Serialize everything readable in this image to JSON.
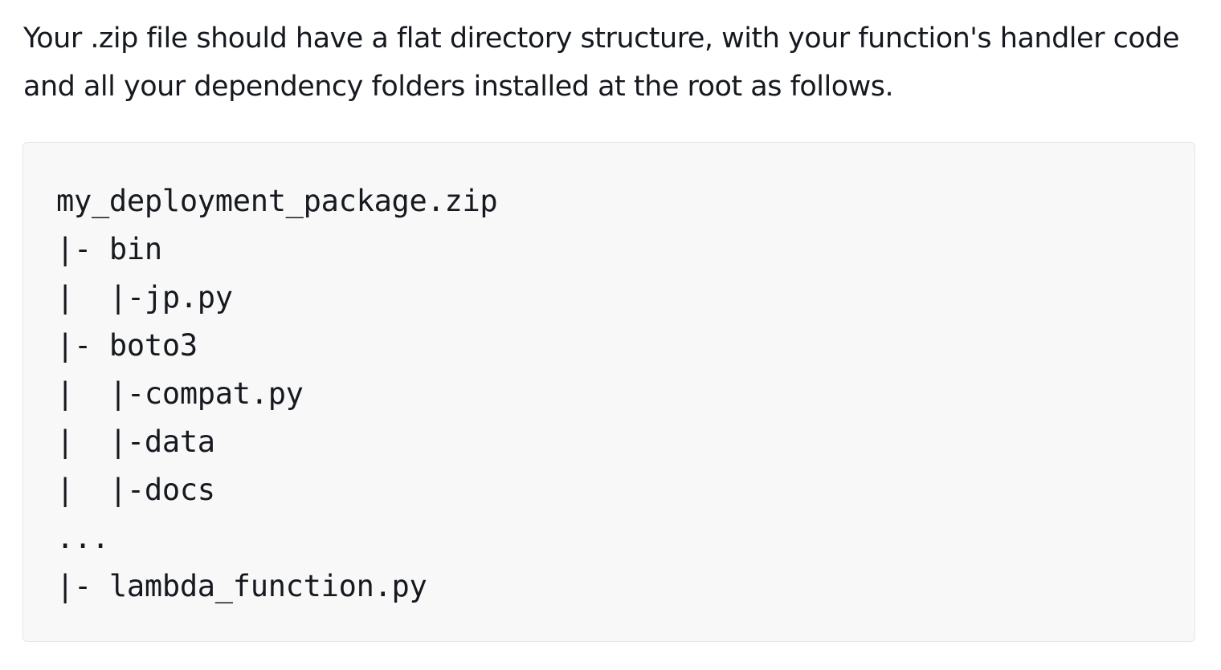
{
  "intro": {
    "text": "Your .zip file should have a flat directory structure, with your function's handler code and all your dependency folders installed at the root as follows."
  },
  "code_block": {
    "lines": [
      "my_deployment_package.zip",
      "|- bin",
      "|  |-jp.py",
      "|- boto3",
      "|  |-compat.py",
      "|  |-data",
      "|  |-docs",
      "...",
      "|- lambda_function.py"
    ]
  }
}
